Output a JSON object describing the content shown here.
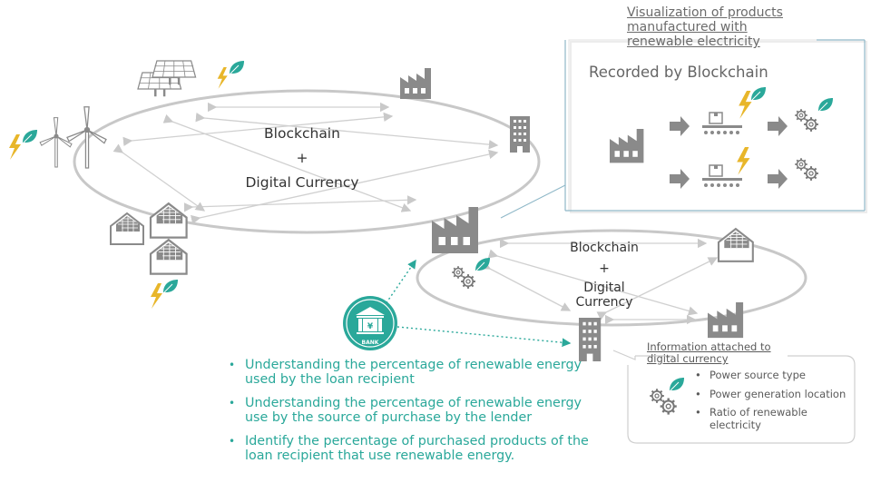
{
  "visualization_title": [
    "Visualization of products",
    "manufactured with",
    "renewable electricity"
  ],
  "blockchain_box": {
    "heading": "Recorded by Blockchain"
  },
  "ring_large": {
    "line1": "Blockchain",
    "line2": "+",
    "line3": "Digital Currency"
  },
  "ring_small": {
    "line1": "Blockchain",
    "line2": "+",
    "line3": "Digital",
    "line4": "Currency"
  },
  "bank": {
    "label": "BANK",
    "symbol": "¥"
  },
  "bullets": [
    "Understanding the percentage of renewable energy used by the loan recipient",
    "Understanding the percentage of renewable energy use by the source of purchase by the lender",
    "Identify the percentage of purchased products of the loan recipient that use renewable energy."
  ],
  "info_box": {
    "title": [
      "Information attached to",
      "digital currency"
    ],
    "items": [
      "Power source type",
      "Power generation location",
      "Ratio of renewable electricity"
    ]
  },
  "colors": {
    "teal": "#2aa89a",
    "icon_gray": "#8a8a8a",
    "leaf_green": "#2aa89a",
    "bolt_yellow": "#e8b62a",
    "ring_gray": "#c8c8c8",
    "box_border": "#8fb8c8"
  },
  "icons": [
    "solar-panel-icon",
    "wind-turbine-icon",
    "factory-icon",
    "office-building-icon",
    "house-icon",
    "leaf-icon",
    "lightning-icon",
    "gear-icon",
    "bank-icon",
    "conveyor-belt-icon",
    "arrow-right-icon"
  ]
}
